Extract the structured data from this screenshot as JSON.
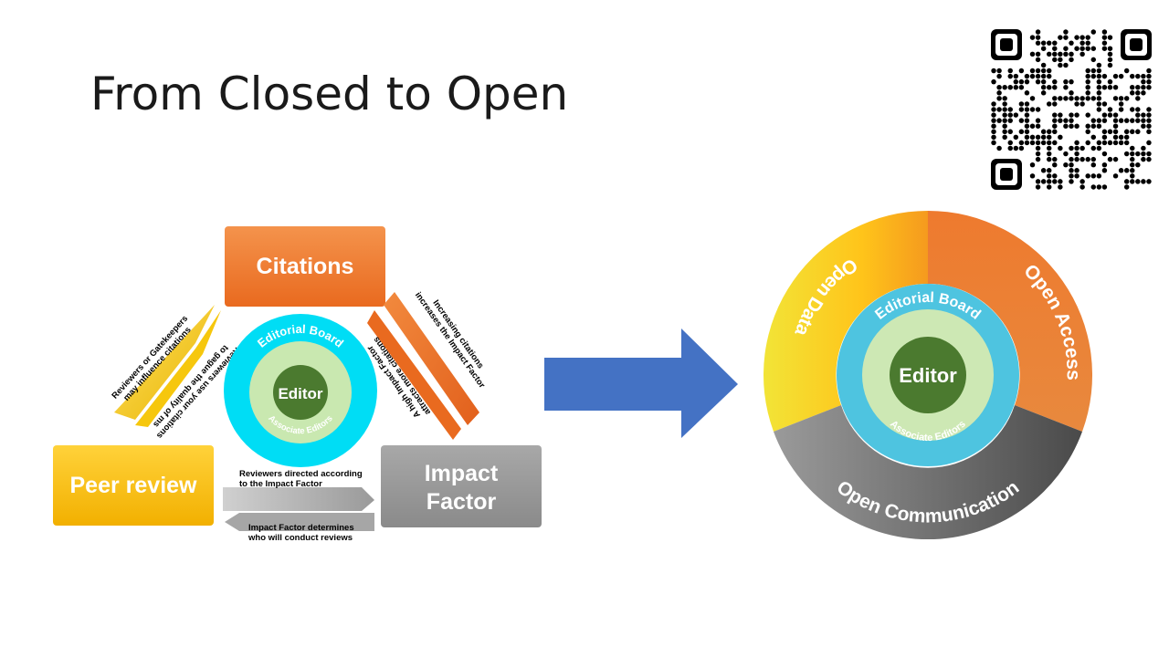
{
  "slide": {
    "title": "From Closed to Open"
  },
  "left": {
    "citations": "Citations",
    "peer_review": "Peer review",
    "impact_factor_line1": "Impact",
    "impact_factor_line2": "Factor",
    "editorial_board": "Editorial Board",
    "editor": "Editor",
    "associate_editors": "Associate Editors",
    "arrow_left_outer_1": "Reviewers or Gatekeepers",
    "arrow_left_outer_2": "may influence citations",
    "arrow_left_inner_1": "Reviewers use your citations",
    "arrow_left_inner_2": "to gague the quality of ms",
    "arrow_right_outer_1": "Increasing citations",
    "arrow_right_outer_2": "increases the Impact Factor",
    "arrow_right_inner_1": "A high Impact Factor",
    "arrow_right_inner_2": "attracts more citations",
    "arrow_bottom_top_1": "Reviewers directed according",
    "arrow_bottom_top_2": "to the Impact Factor",
    "arrow_bottom_bottom_1": "Impact Factor determines",
    "arrow_bottom_bottom_2": "who will conduct reviews"
  },
  "right": {
    "open_data": "Open Data",
    "open_access": "Open Access",
    "open_communication": "Open Communication",
    "editorial_board": "Editorial Board",
    "editor": "Editor",
    "associate_editors": "Associate Editors"
  },
  "colors": {
    "orange": "#ED7D31",
    "yellow": "#FFC000",
    "gray": "#8C8C8C",
    "cyan": "#00DDF5",
    "light_green": "#C9E8B0",
    "dark_green": "#4B7A2F",
    "blue_arrow": "#4472C4"
  }
}
